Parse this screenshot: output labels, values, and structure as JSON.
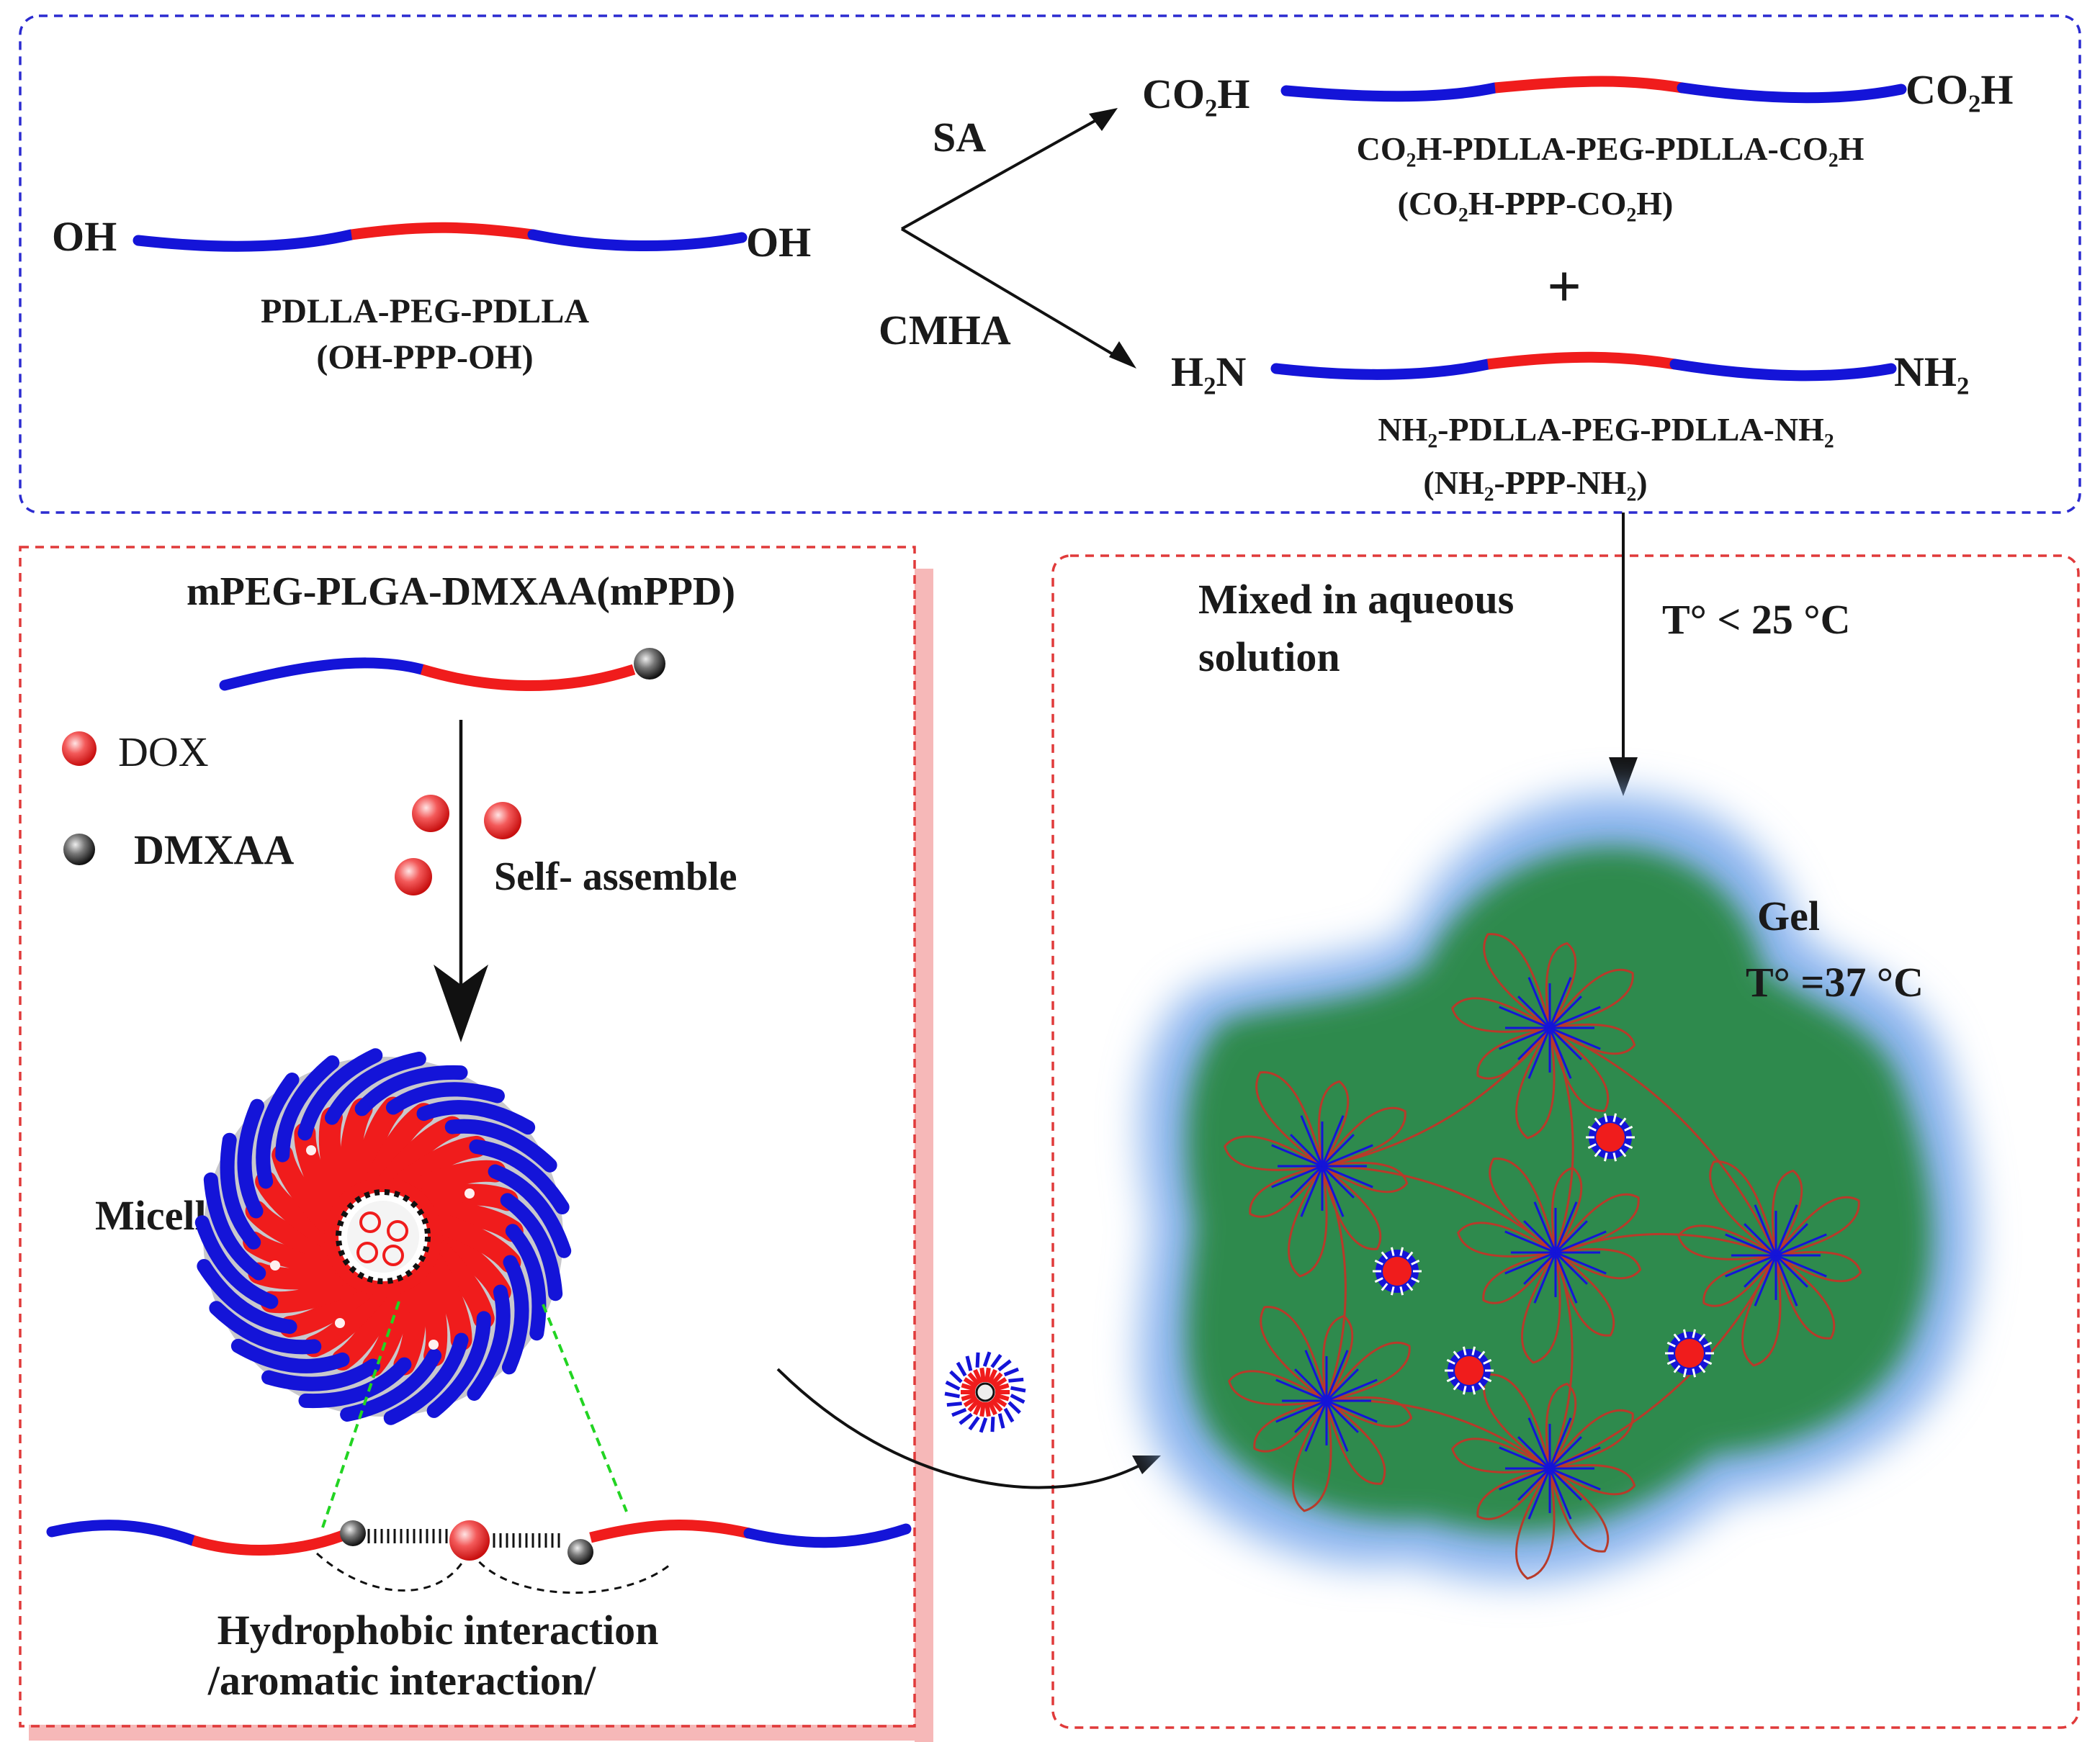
{
  "colors": {
    "blue": "#1414d8",
    "red": "#f01c1c",
    "panel_blue_border": "#2b2bd0",
    "panel_red_border": "#e03a3a",
    "panel_shadow": "#f6b8b8",
    "gel_green": "#2e8a4e",
    "gel_halo": "#8ab4ee",
    "micelle_gray": "#c8c8cc",
    "guide_green": "#22d422"
  },
  "top": {
    "oh_left": "OH",
    "oh_right": "OH",
    "ohppp_name": "PDLLA-PEG-PDLLA",
    "ohppp_abbr": "(OH-PPP-OH)",
    "sa": "SA",
    "cmha": "CMHA",
    "co2h_left": "CO₂H",
    "co2h_right": "CO₂H",
    "co2h_name": "CO₂H-PDLLA-PEG-PDLLA-CO₂H",
    "co2h_abbr": "(CO₂H-PPP-CO₂H)",
    "plus": "+",
    "h2n_left": "H₂N",
    "nh2_right": "NH₂",
    "nh2_name": "NH₂-PDLLA-PEG-PDLLA-NH₂",
    "nh2_abbr": "(NH₂-PPP-NH₂)"
  },
  "left": {
    "title": "mPEG-PLGA-DMXAA(mPPD)",
    "dox": "DOX",
    "dmxaa": "DMXAA",
    "self_assemble": "Self- assemble",
    "micelle": "Micelle",
    "interaction1": "Hydrophobic interaction",
    "interaction2": "/aromatic interaction/"
  },
  "right": {
    "mixed1": "Mixed in aqueous",
    "mixed2": "solution",
    "temp_low": "T° < 25 °C",
    "gel": "Gel",
    "temp_gel": "T° =37 °C"
  }
}
